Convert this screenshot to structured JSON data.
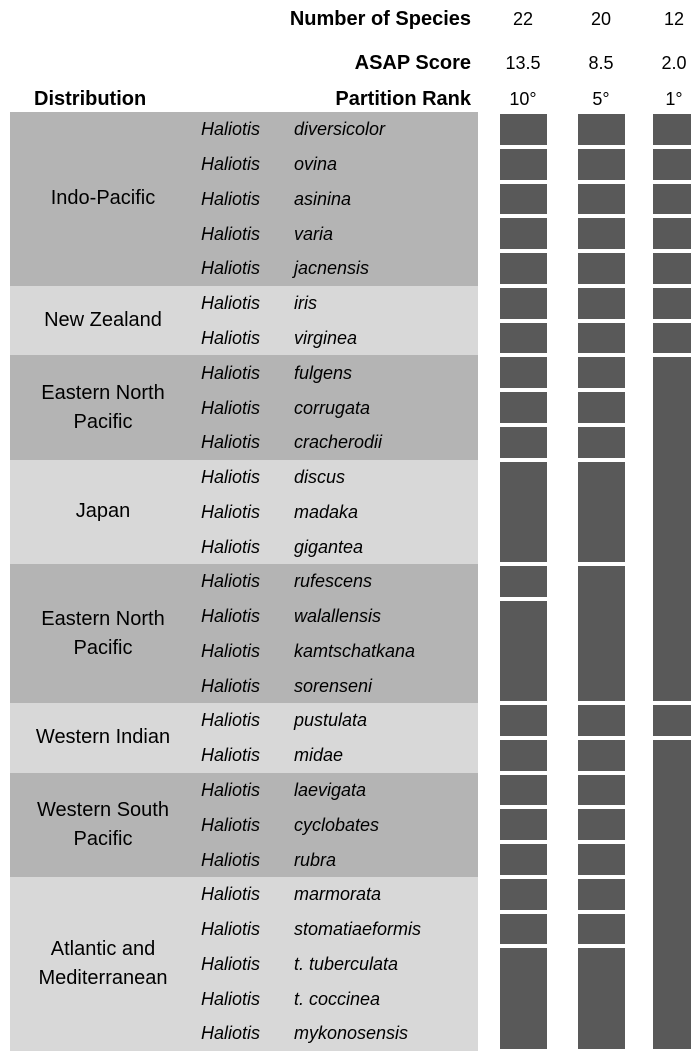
{
  "header": {
    "number_of_species_label": "Number of Species",
    "asap_score_label": "ASAP Score",
    "partition_rank_label": "Partition Rank",
    "distribution_label": "Distribution"
  },
  "partitions": [
    {
      "number_of_species": "22",
      "asap_score": "13.5",
      "partition_rank": "10°"
    },
    {
      "number_of_species": "20",
      "asap_score": "8.5",
      "partition_rank": "5°"
    },
    {
      "number_of_species": "12",
      "asap_score": "2.0",
      "partition_rank": "1°"
    }
  ],
  "regions": [
    {
      "name": "Indo-Pacific",
      "first_row": 0,
      "count": 5,
      "shade": "dark"
    },
    {
      "name": "New Zealand",
      "first_row": 5,
      "count": 2,
      "shade": "light"
    },
    {
      "name": "Eastern North Pacific",
      "first_row": 7,
      "count": 3,
      "shade": "dark"
    },
    {
      "name": "Japan",
      "first_row": 10,
      "count": 3,
      "shade": "light"
    },
    {
      "name": "Eastern North Pacific",
      "first_row": 13,
      "count": 4,
      "shade": "dark"
    },
    {
      "name": "Western Indian",
      "first_row": 17,
      "count": 2,
      "shade": "light"
    },
    {
      "name": "Western South Pacific",
      "first_row": 19,
      "count": 3,
      "shade": "dark"
    },
    {
      "name": "Atlantic and Mediterranean",
      "first_row": 22,
      "count": 5,
      "shade": "light"
    }
  ],
  "species": [
    {
      "genus": "Haliotis",
      "epithet": "diversicolor"
    },
    {
      "genus": "Haliotis",
      "epithet": "ovina"
    },
    {
      "genus": "Haliotis",
      "epithet": "asinina"
    },
    {
      "genus": "Haliotis",
      "epithet": "varia"
    },
    {
      "genus": "Haliotis",
      "epithet": "jacnensis"
    },
    {
      "genus": "Haliotis",
      "epithet": "iris"
    },
    {
      "genus": "Haliotis",
      "epithet": "virginea"
    },
    {
      "genus": "Haliotis",
      "epithet": "fulgens"
    },
    {
      "genus": "Haliotis",
      "epithet": "corrugata"
    },
    {
      "genus": "Haliotis",
      "epithet": "cracherodii"
    },
    {
      "genus": "Haliotis",
      "epithet": "discus"
    },
    {
      "genus": "Haliotis",
      "epithet": "madaka"
    },
    {
      "genus": "Haliotis",
      "epithet": "gigantea"
    },
    {
      "genus": "Haliotis",
      "epithet": "rufescens"
    },
    {
      "genus": "Haliotis",
      "epithet": "walallensis"
    },
    {
      "genus": "Haliotis",
      "epithet": "kamtschatkana"
    },
    {
      "genus": "Haliotis",
      "epithet": "sorenseni"
    },
    {
      "genus": "Haliotis",
      "epithet": "pustulata"
    },
    {
      "genus": "Haliotis",
      "epithet": "midae"
    },
    {
      "genus": "Haliotis",
      "epithet": "laevigata"
    },
    {
      "genus": "Haliotis",
      "epithet": "cyclobates"
    },
    {
      "genus": "Haliotis",
      "epithet": "rubra"
    },
    {
      "genus": "Haliotis",
      "epithet": "marmorata"
    },
    {
      "genus": "Haliotis",
      "epithet": "stomatiaeformis"
    },
    {
      "genus": "Haliotis",
      "epithet": "t. tuberculata"
    },
    {
      "genus": "Haliotis",
      "epithet": "t. coccinea"
    },
    {
      "genus": "Haliotis",
      "epithet": "mykonosensis"
    }
  ],
  "species_groups": [
    [
      [
        0,
        0
      ],
      [
        1,
        1
      ],
      [
        2,
        2
      ],
      [
        3,
        3
      ],
      [
        4,
        4
      ],
      [
        5,
        5
      ],
      [
        6,
        6
      ],
      [
        7,
        7
      ],
      [
        8,
        8
      ],
      [
        9,
        9
      ],
      [
        10,
        12
      ],
      [
        13,
        13
      ],
      [
        14,
        16
      ],
      [
        17,
        17
      ],
      [
        18,
        18
      ],
      [
        19,
        19
      ],
      [
        20,
        20
      ],
      [
        21,
        21
      ],
      [
        22,
        22
      ],
      [
        23,
        23
      ],
      [
        24,
        26
      ]
    ],
    [
      [
        0,
        0
      ],
      [
        1,
        1
      ],
      [
        2,
        2
      ],
      [
        3,
        3
      ],
      [
        4,
        4
      ],
      [
        5,
        5
      ],
      [
        6,
        6
      ],
      [
        7,
        7
      ],
      [
        8,
        8
      ],
      [
        9,
        9
      ],
      [
        10,
        12
      ],
      [
        13,
        16
      ],
      [
        17,
        17
      ],
      [
        18,
        18
      ],
      [
        19,
        19
      ],
      [
        20,
        20
      ],
      [
        21,
        21
      ],
      [
        22,
        22
      ],
      [
        23,
        23
      ],
      [
        24,
        26
      ]
    ],
    [
      [
        0,
        0
      ],
      [
        1,
        1
      ],
      [
        2,
        2
      ],
      [
        3,
        3
      ],
      [
        4,
        4
      ],
      [
        5,
        5
      ],
      [
        6,
        6
      ],
      [
        7,
        16
      ],
      [
        17,
        17
      ],
      [
        18,
        26
      ]
    ]
  ],
  "colors": {
    "dark_band": "#b4b4b4",
    "light_band": "#d8d8d8",
    "block": "#595959",
    "background": "#ffffff"
  }
}
